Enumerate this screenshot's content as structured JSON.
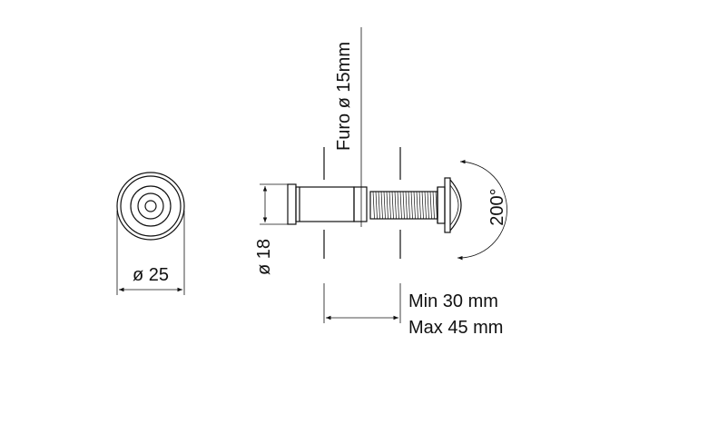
{
  "labels": {
    "front_diameter": "ø 25",
    "body_diameter": "ø 18",
    "hole": "Furo ø 15mm",
    "angle": "200°",
    "min_thickness": "Min 30 mm",
    "max_thickness": "Max 45 mm"
  },
  "colors": {
    "ink": "#111111",
    "background": "#ffffff"
  }
}
